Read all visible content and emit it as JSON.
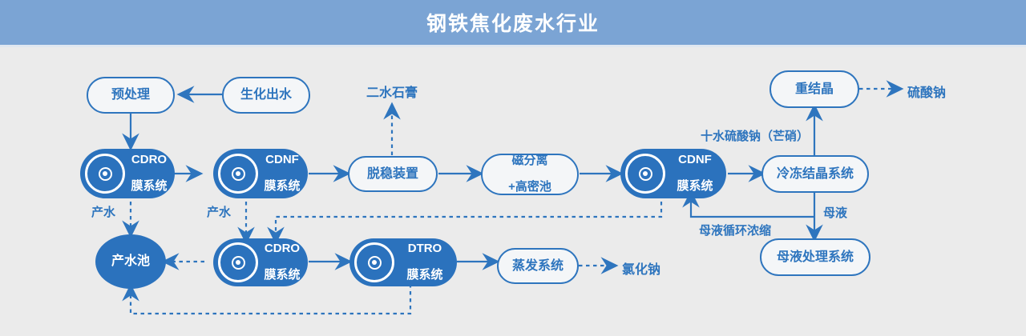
{
  "header": {
    "title": "钢铁焦化废水行业",
    "bar_color": "#7ba4d4"
  },
  "theme": {
    "background": "#ebebeb",
    "accent": "#2e75be",
    "fill": "#2b72bd",
    "node_text_light": "#ffffff"
  },
  "nodes": {
    "pretreatment": {
      "label": "预处理",
      "style": "outline"
    },
    "bio_effluent": {
      "label": "生化出水",
      "style": "outline"
    },
    "cdro_top": {
      "code": "CDRO",
      "sub": "膜系统",
      "style": "membrane"
    },
    "cdnf_top": {
      "code": "CDNF",
      "sub": "膜系统",
      "style": "membrane"
    },
    "destabilizer": {
      "label": "脱稳装置",
      "style": "outline"
    },
    "magnetic_sep": {
      "line1": "磁分离",
      "line2": "+高密池",
      "style": "outline"
    },
    "cdnf_right": {
      "code": "CDNF",
      "sub": "膜系统",
      "style": "membrane"
    },
    "freeze_cryst": {
      "label": "冷冻结晶系统",
      "style": "outline"
    },
    "recrystallize": {
      "label": "重结晶",
      "style": "outline"
    },
    "mother_liquor_sys": {
      "label": "母液处理系统",
      "style": "outline"
    },
    "product_pool": {
      "label": "产水池",
      "style": "circle"
    },
    "cdro_bottom": {
      "code": "CDRO",
      "sub": "膜系统",
      "style": "membrane"
    },
    "dtro_bottom": {
      "code": "DTRO",
      "sub": "膜系统",
      "style": "membrane"
    },
    "evaporation": {
      "label": "蒸发系统",
      "style": "outline"
    }
  },
  "terminals": {
    "gypsum": "二水石膏",
    "sodium_sulfate": "硫酸钠",
    "sodium_chloride": "氯化钠"
  },
  "edge_labels": {
    "product_water_1": "产水",
    "product_water_2": "产水",
    "glauber_salt": "十水硫酸钠（芒硝）",
    "mother_liquor": "母液",
    "mother_liquor_recycle": "母液循环浓缩"
  }
}
